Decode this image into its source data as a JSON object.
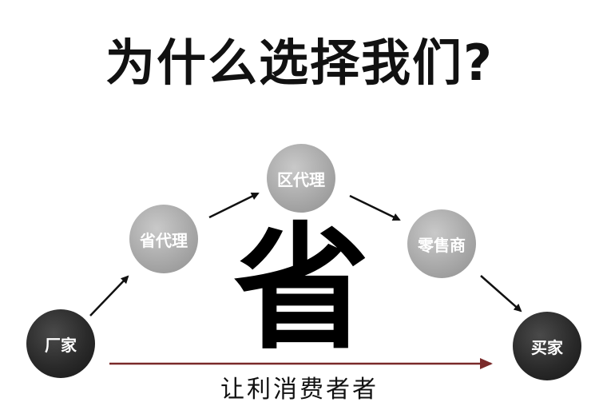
{
  "title": "为什么选择我们?",
  "nodes": {
    "factory": "厂家",
    "provincial_agent": "省代理",
    "district_agent": "区代理",
    "retailer": "零售商",
    "buyer": "买家"
  },
  "center_char": "省",
  "bottom_text": "让利消费者者",
  "colors": {
    "dark_node": "#2a2a2a",
    "light_node": "#a6a6a6",
    "bottom_arrow": "#7a2a2a",
    "text": "#111111"
  }
}
